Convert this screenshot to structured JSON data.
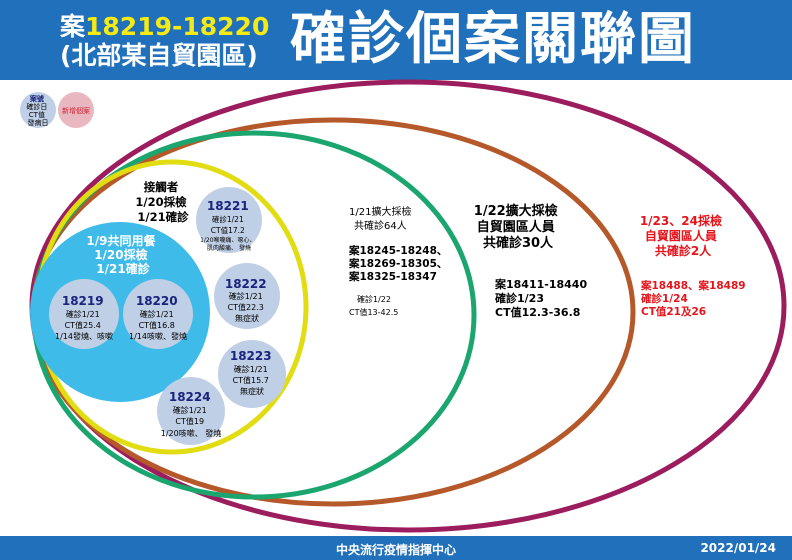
{
  "header": {
    "case_prefix": "案",
    "case_range": "18219-18220",
    "location": "(北部某自貿園區)",
    "title": "確診個案關聯圖"
  },
  "legend": {
    "case_circle": [
      "案號",
      "確診日",
      "CT值",
      "發病日"
    ],
    "new_case": "新增個案"
  },
  "colors": {
    "header": "#2170bc",
    "outer_ring": "#9c1d5e",
    "ring_122": "#b5582a",
    "ring_121": "#1aa66e",
    "contacts_ring": "#e2dc12",
    "meal_group": "#3ebbe8",
    "case_circle": "#bfcfe6",
    "new_case": "#e8b7bf",
    "case_number": "#1a237e",
    "highlight": "#e5141b"
  },
  "contacts": {
    "lines": [
      "接觸者",
      "1/20採檢",
      "1/21確診"
    ]
  },
  "meal_group": {
    "lines": [
      "1/9共同用餐",
      "1/20採檢",
      "1/21確診"
    ]
  },
  "cases": [
    {
      "id": "18219",
      "lines": [
        "確診1/21",
        "CT值25.4",
        "1/14發燒、咳嗽"
      ]
    },
    {
      "id": "18220",
      "lines": [
        "確診1/21",
        "CT值16.8",
        "1/14咳嗽、發燒"
      ]
    },
    {
      "id": "18221",
      "lines": [
        "確診1/21",
        "CT值17.2",
        "1/20喉嚨痛、噁心、",
        "肌肉酸痛、 發燒"
      ]
    },
    {
      "id": "18222",
      "lines": [
        "確診1/21",
        "CT值22.3",
        "無症狀"
      ]
    },
    {
      "id": "18223",
      "lines": [
        "確診1/21",
        "CT值15.7",
        "無症狀"
      ]
    },
    {
      "id": "18224",
      "lines": [
        "確診1/21",
        "CT值19",
        "1/20咳嗽、 發燒"
      ]
    }
  ],
  "group_121": {
    "heading": [
      "1/21擴大採檢",
      "共確診64人"
    ],
    "cases": [
      "案18245-18248、",
      "案18269-18305、",
      "案18325-18347"
    ],
    "detail": [
      "確診1/22",
      "CT值13-42.5"
    ]
  },
  "group_122": {
    "heading": [
      "1/22擴大採檢",
      "自貿園區人員",
      "共確診30人"
    ],
    "detail": [
      "案18411-18440",
      "確診1/23",
      "CT值12.3-36.8"
    ]
  },
  "group_123": {
    "heading": [
      "1/23、24採檢",
      "自貿園區人員",
      "共確診2人"
    ],
    "detail": [
      "案18488、案18489",
      "確診1/24",
      "CT值21及26"
    ]
  },
  "footer": {
    "agency": "中央流行疫情指揮中心",
    "date": "2022/01/24"
  }
}
